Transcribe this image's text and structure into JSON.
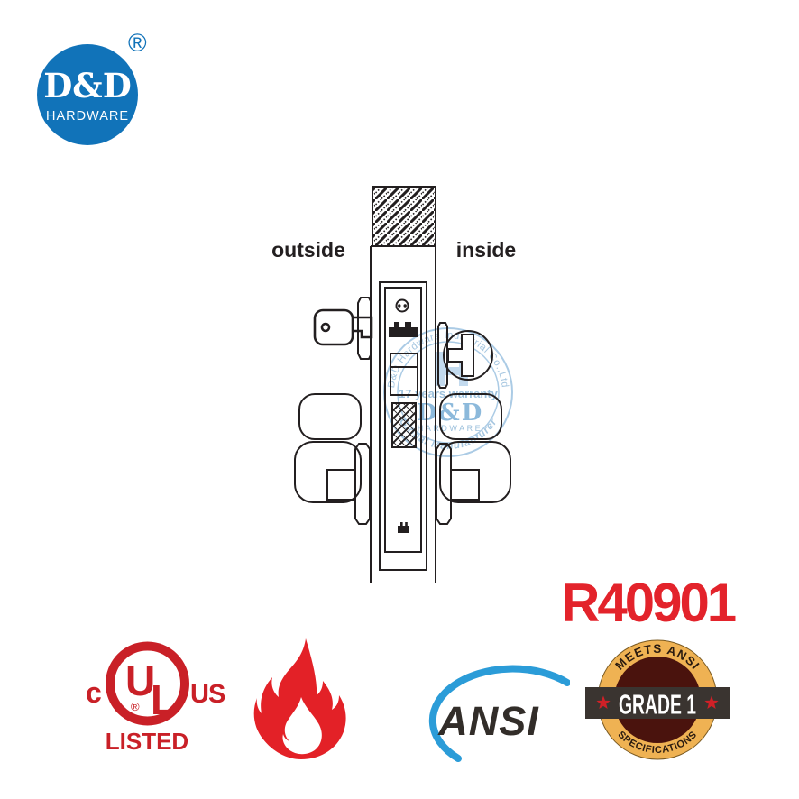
{
  "logo": {
    "brand": "D&D",
    "sub": "HARDWARE",
    "registered": "®",
    "blue": "#1173b9"
  },
  "diagram": {
    "outside": "outside",
    "inside": "inside",
    "line_color": "#231f20"
  },
  "watermark": {
    "arc_top": "D&D Hardware Industrial Co.,Ltd",
    "warranty": "17 years warranty",
    "brand": "D&D",
    "brand_sub": "HARDWARE",
    "arc_bottom": "Global Manufacturer",
    "color": "#abcbe5"
  },
  "model": {
    "number": "R40901",
    "color": "#e3232b"
  },
  "badges": {
    "ul": {
      "prefix": "c",
      "suffix": "US",
      "letter_u": "U",
      "letter_l": "L",
      "registered": "®",
      "listed": "LISTED",
      "color": "#c92027"
    },
    "fire": {
      "color": "#e32127"
    },
    "ansi": {
      "label": "ANSI",
      "swoosh_color": "#2b9cd8",
      "text_color": "#322d29"
    },
    "grade": {
      "arc_top": "MEETS ANSI",
      "label": "GRADE 1",
      "arc_bottom": "SPECIFICATIONS",
      "ring_color": "#efb253",
      "center_color": "#4a130d",
      "banner_color": "#3a3430",
      "star_color": "#d02027",
      "arc_text_color": "#2a1b10"
    }
  }
}
